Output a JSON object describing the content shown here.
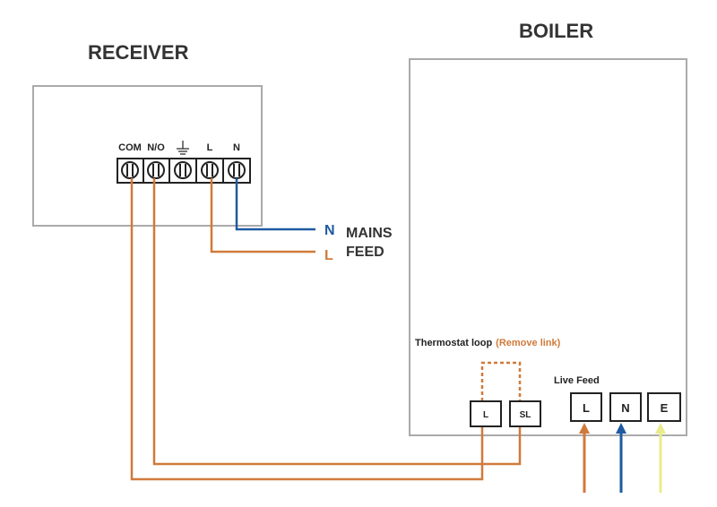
{
  "receiver": {
    "title": "RECEIVER",
    "terminals": [
      "COM",
      "N/O",
      "",
      "L",
      "N"
    ]
  },
  "boiler": {
    "title": "BOILER"
  },
  "mains": {
    "n_letter": "N",
    "l_letter": "L",
    "line1": "MAINS",
    "line2": "FEED"
  },
  "thermostat": {
    "label": "Thermostat loop",
    "remove_link": "(Remove link)",
    "terminal_l": "L",
    "terminal_sl": "SL"
  },
  "live_feed": {
    "label": "Live Feed",
    "terminals": [
      "L",
      "N",
      "E"
    ]
  },
  "colors": {
    "live": "#d07a3a",
    "neutral": "#1e5aa0",
    "earth": "#e8ec8a",
    "box": "#aaaaaa",
    "terminal": "#222222"
  }
}
